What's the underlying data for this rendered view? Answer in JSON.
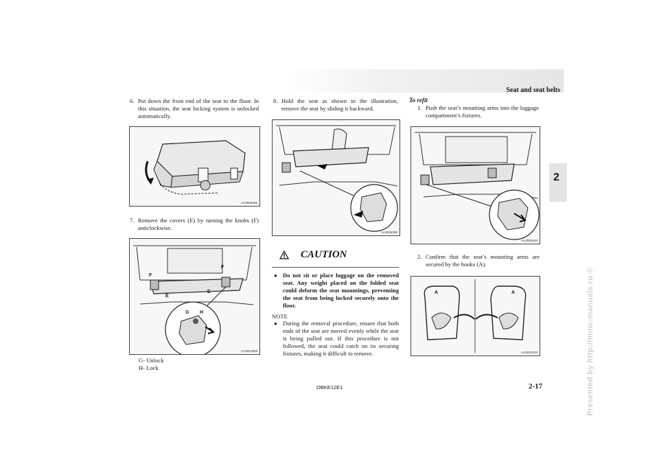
{
  "header": {
    "section_title": "Seat and seat belts",
    "chapter_tab": "2"
  },
  "watermark": "Presented by http://mmc-manuals.ru ©",
  "left": {
    "step6": {
      "num": "6.",
      "text": "Put down the front end of the seat to the floor. In this situation, the seat locking system is unlocked automatically."
    },
    "fig1_code": "AA0003096",
    "step7": {
      "num": "7.",
      "text": "Remove the covers (E) by turning the knobs (F) anticlockwise."
    },
    "fig2_code": "AA3001598",
    "fig2_labels": [
      "F",
      "F",
      "E",
      "E",
      "G",
      "H"
    ],
    "legend": [
      "G- Unlock",
      "H- Lock"
    ]
  },
  "middle": {
    "step8": {
      "num": "8.",
      "text": "Hold the seat as shown in the illustration, remove the seat by sliding it backward."
    },
    "fig3_code": "AA3006359",
    "caution": {
      "title": "CAUTION",
      "text": "Do not sit or place luggage on the removed seat. Any weight placed on the folded seat could deform the seat mountings, preventing the seat from being locked securely onto the floor."
    },
    "note": {
      "label": "NOTE",
      "text": "During the removal procedure, ensure that both ends of the seat are moved evenly while the seat is being pulled out. If this procedure is not followed, the seat could catch on its securing fixtures, making it difficult to remove."
    }
  },
  "right": {
    "subheading": "To refit",
    "step1": {
      "num": "1.",
      "text": "Push the seat’s mounting arms into the luggage compartment’s fixtures."
    },
    "fig4_code": "AA3000160",
    "step2": {
      "num": "2.",
      "text": "Confirm that the seat’s mounting arms are secured by the hooks (A)."
    },
    "fig5_code": "AA0003100",
    "fig5_labels": [
      "A",
      "A"
    ]
  },
  "footer": {
    "code": "OBKE12E1",
    "page": "2-17"
  }
}
